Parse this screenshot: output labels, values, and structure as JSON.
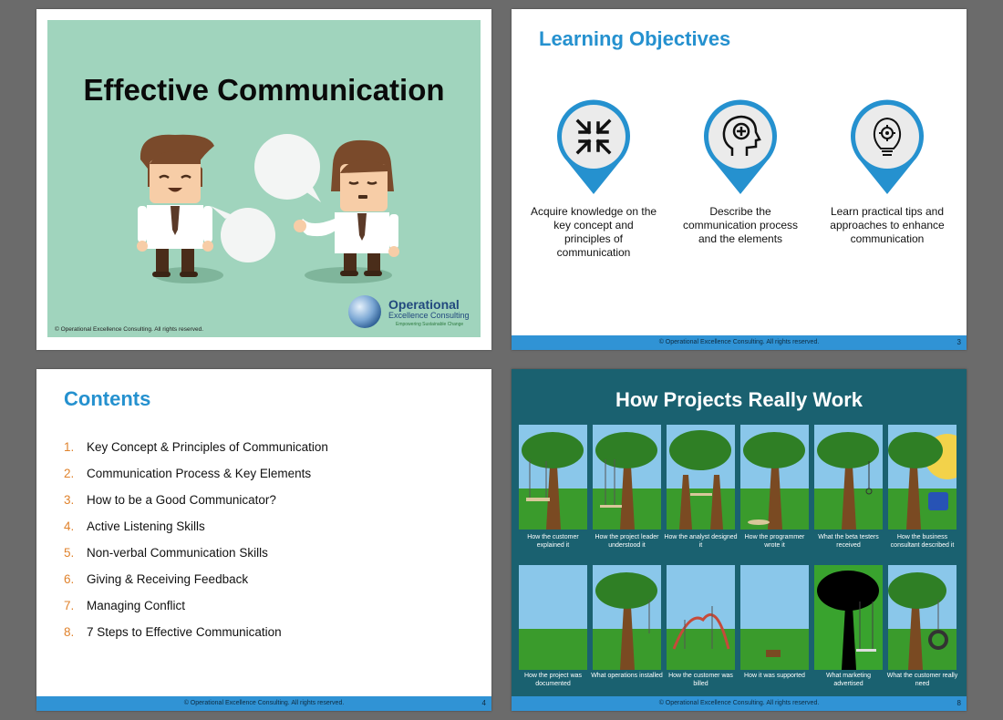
{
  "slide1": {
    "title": "Effective Communication",
    "copyright": "© Operational Excellence Consulting.  All rights reserved.",
    "logo": {
      "line1": "Operational",
      "line2": "Excellence Consulting",
      "tagline": "Empowering Sustainable Change"
    }
  },
  "slide2": {
    "title": "Learning Objectives",
    "objectives": [
      {
        "icon": "compress-arrows-icon",
        "text": "Acquire knowledge on the key concept and principles of communication"
      },
      {
        "icon": "head-plus-icon",
        "text": "Describe the communication process and the elements"
      },
      {
        "icon": "lightbulb-gear-icon",
        "text": "Learn practical tips and approaches to enhance communication"
      }
    ],
    "footer": "© Operational Excellence Consulting.  All rights reserved.",
    "page": "3"
  },
  "slide3": {
    "title": "Contents",
    "items": [
      {
        "num": "1.",
        "text": "Key Concept & Principles of Communication"
      },
      {
        "num": "2.",
        "text": "Communication Process & Key Elements"
      },
      {
        "num": "3.",
        "text": "How to be a Good Communicator?"
      },
      {
        "num": "4.",
        "text": "Active Listening Skills"
      },
      {
        "num": "5.",
        "text": "Non-verbal Communication Skills"
      },
      {
        "num": "6.",
        "text": "Giving & Receiving Feedback"
      },
      {
        "num": "7.",
        "text": "Managing Conflict"
      },
      {
        "num": "8.",
        "text": "7 Steps to Effective Communication"
      }
    ],
    "footer": "© Operational Excellence Consulting.  All rights reserved.",
    "page": "4"
  },
  "slide4": {
    "title": "How Projects Really Work",
    "row1": [
      "How the customer explained it",
      "How the project leader understood it",
      "How the analyst designed it",
      "How the programmer wrote it",
      "What the beta testers received",
      "How the business consultant described it"
    ],
    "row2": [
      "How the project was documented",
      "What operations installed",
      "How the customer was billed",
      "How it was supported",
      "What marketing advertised",
      "What the customer really need"
    ],
    "footer": "© Operational Excellence Consulting.  All rights reserved.",
    "page": "8"
  },
  "colors": {
    "accent_blue": "#2591cf",
    "footer_blue": "#3093d5",
    "number_orange": "#e0832d",
    "mint": "#a0d4bd",
    "teal": "#1a6170"
  }
}
